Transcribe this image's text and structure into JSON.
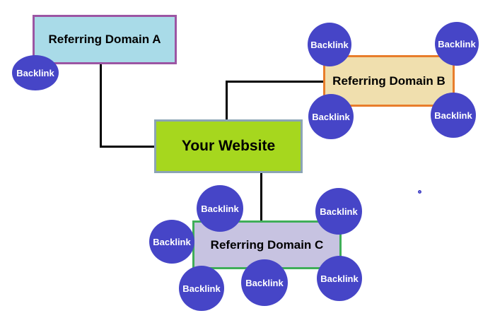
{
  "diagram": {
    "type": "backlink-referring-domains-diagram",
    "background": "#FFFFFF",
    "connector_color": "#000000",
    "labels": {
      "backlink": "Backlink"
    },
    "backlink_bubble": {
      "fill": "#4645C7",
      "text_color": "#FFFFFF"
    },
    "nodes": {
      "your_website": {
        "label": "Your Website",
        "fill": "#A6D71E",
        "border": "#8BA4B5"
      },
      "domain_a": {
        "label": "Referring Domain A",
        "fill": "#A9DBE8",
        "border": "#9C55A3",
        "backlink_count": 1
      },
      "domain_b": {
        "label": "Referring Domain B",
        "fill": "#F0DFAE",
        "border": "#E87D2B",
        "backlink_count": 4
      },
      "domain_c": {
        "label": "Referring Domain C",
        "fill": "#C7C3E1",
        "border": "#3FAE58",
        "backlink_count": 6
      }
    },
    "connections": [
      {
        "from": "Referring Domain A",
        "to": "Your Website"
      },
      {
        "from": "Referring Domain B",
        "to": "Your Website"
      },
      {
        "from": "Your Website",
        "to": "Referring Domain C"
      }
    ]
  }
}
